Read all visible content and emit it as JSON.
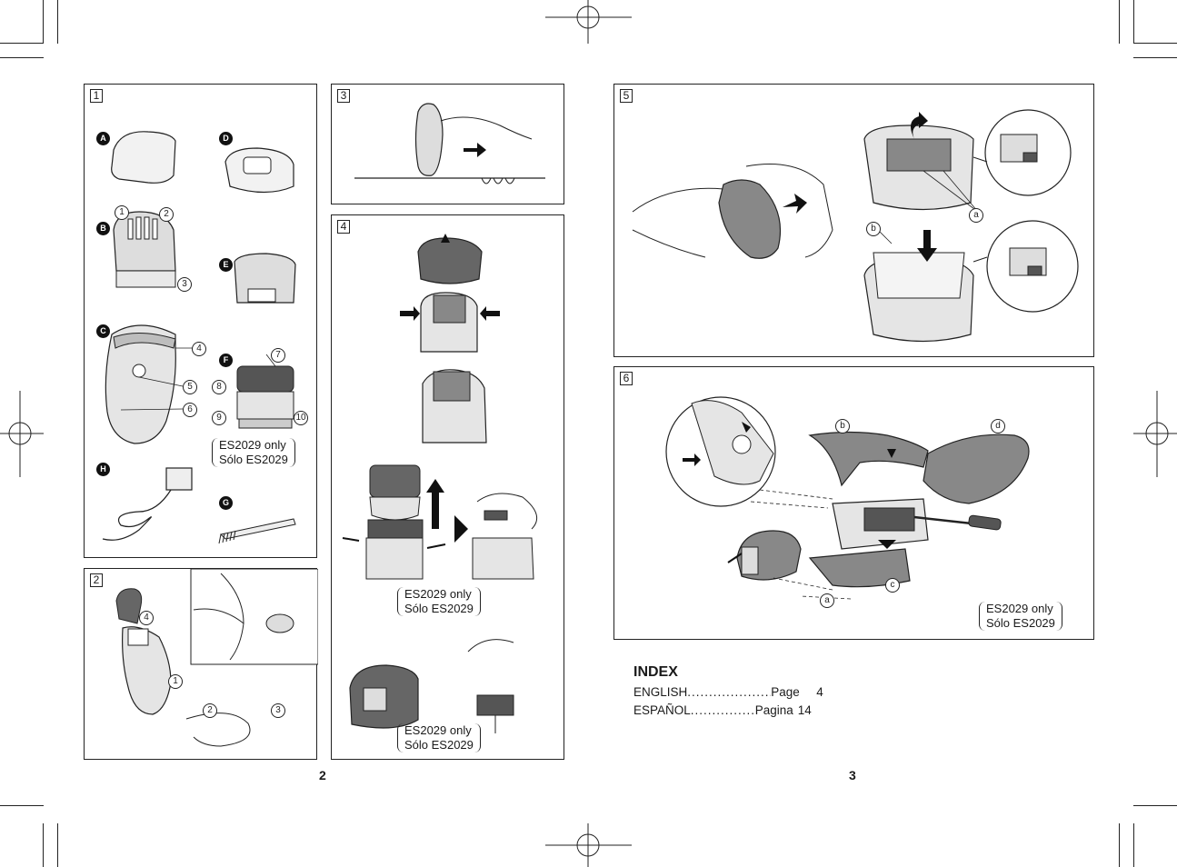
{
  "panels": {
    "p1": {
      "number": "1",
      "letters": {
        "a": "A",
        "b": "B",
        "c": "C",
        "d": "D",
        "e": "E",
        "f": "F",
        "g": "G",
        "h": "H"
      },
      "callouts": {
        "c1": "1",
        "c2": "2",
        "c3": "3",
        "c4": "4",
        "c5": "5",
        "c6": "6",
        "c7": "7",
        "c8": "8",
        "c9": "9",
        "c10": "10"
      },
      "note": {
        "line1": "ES2029 only",
        "line2": "Sólo ES2029"
      }
    },
    "p2": {
      "number": "2",
      "callouts": {
        "c1": "1",
        "c2": "2",
        "c3": "3",
        "c4": "4"
      }
    },
    "p3": {
      "number": "3"
    },
    "p4": {
      "number": "4",
      "note_a": {
        "line1": "ES2029 only",
        "line2": "Sólo ES2029"
      },
      "note_b": {
        "line1": "ES2029 only",
        "line2": "Sólo ES2029"
      }
    },
    "p5": {
      "number": "5",
      "callouts": {
        "a": "a",
        "b": "b"
      }
    },
    "p6": {
      "number": "6",
      "callouts": {
        "a": "a",
        "b": "b",
        "c": "c",
        "d": "d"
      },
      "note": {
        "line1": "ES2029 only",
        "line2": "Sólo ES2029"
      }
    }
  },
  "page_numbers": {
    "left": "2",
    "right": "3"
  },
  "index": {
    "title": "INDEX",
    "rows": [
      {
        "language": "ENGLISH",
        "dots": "....................",
        "label": "Page",
        "page": "4"
      },
      {
        "language": "ESPAÑOL",
        "dots": "................",
        "label": "Pagina",
        "page": "14"
      }
    ]
  }
}
